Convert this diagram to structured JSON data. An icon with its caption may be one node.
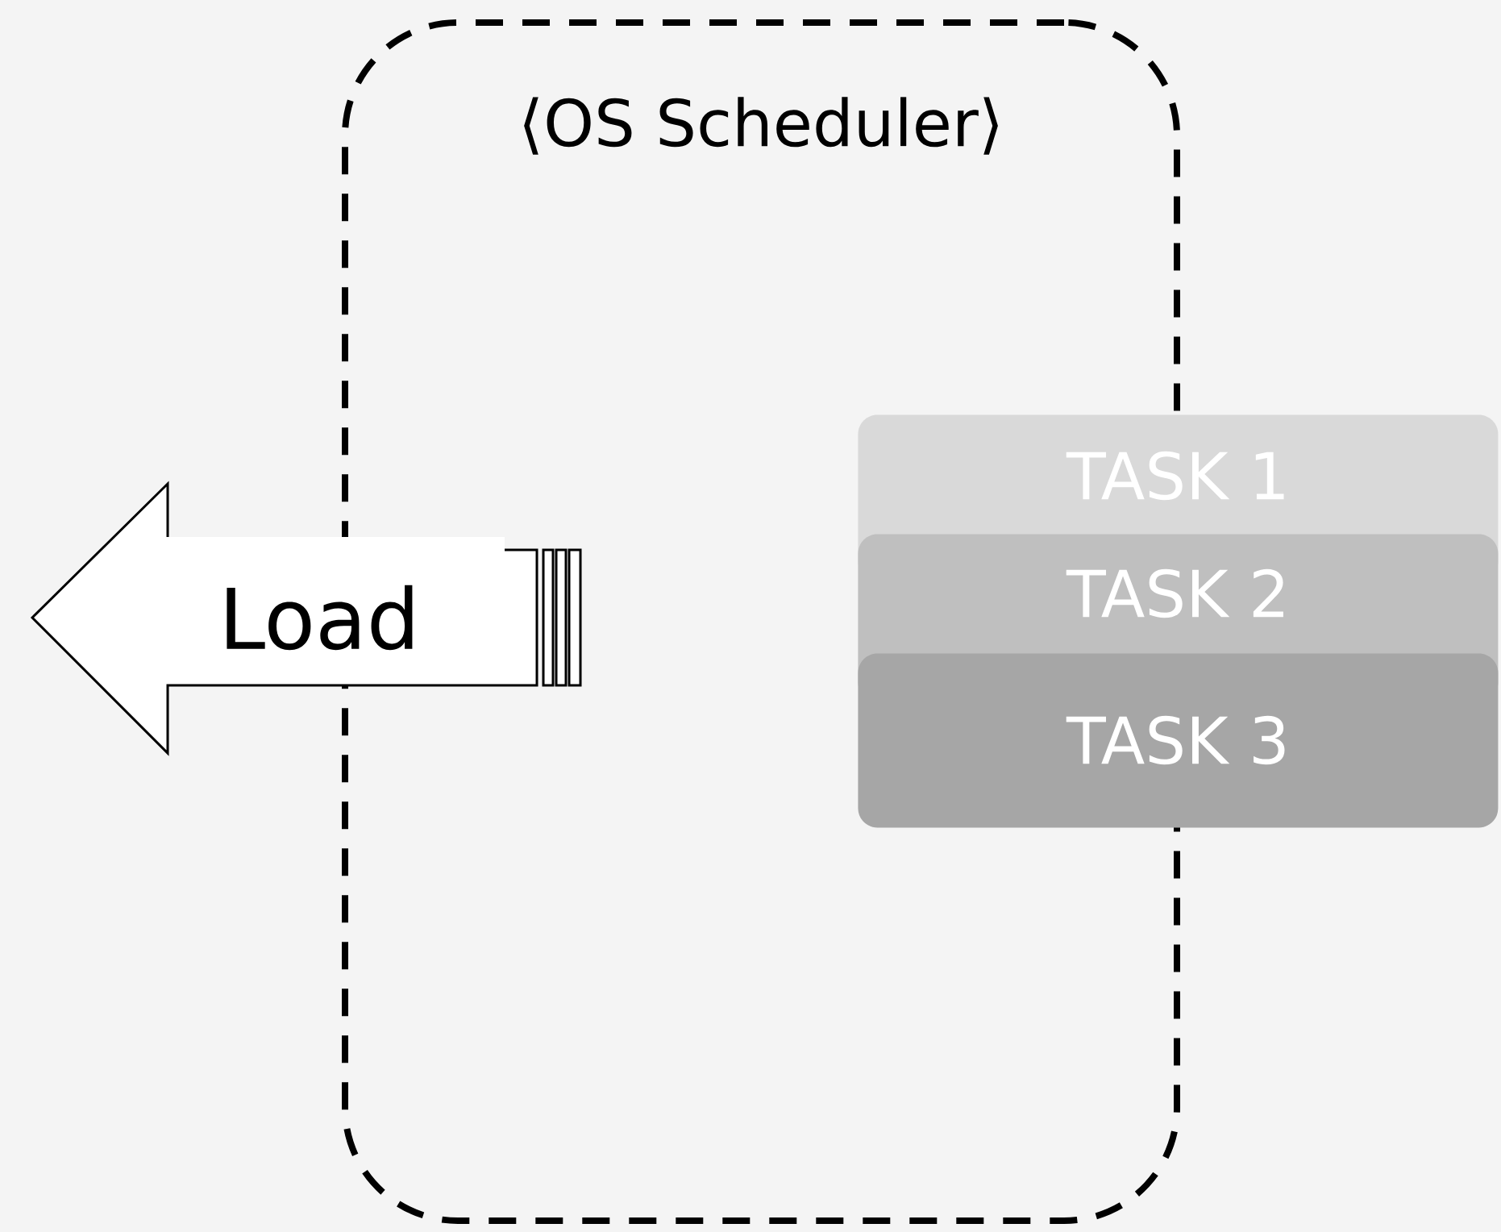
{
  "diagram": {
    "nodes": [
      {
        "text": [
          "⟨OS Scheduler⟩"
        ]
      },
      {
        "text": [
          "Load"
        ]
      },
      {
        "text": [
          "TASK 1"
        ]
      },
      {
        "text": [
          "TASK 2"
        ]
      },
      {
        "text": [
          "TASK 3"
        ]
      }
    ]
  }
}
